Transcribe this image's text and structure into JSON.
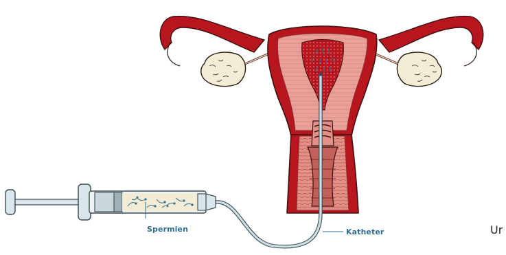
{
  "labels": {
    "sperm": "Spermien",
    "catheter": "Katheter",
    "cut_off_text": "Ur"
  },
  "colors": {
    "uterus_outer": "#b8161e",
    "uterus_inner": "#e9a199",
    "ovary": "#f3ecd6",
    "label": "#2e6e93",
    "catheter": "#cfe0e4",
    "syringe_fluid": "#f2ecd4"
  }
}
